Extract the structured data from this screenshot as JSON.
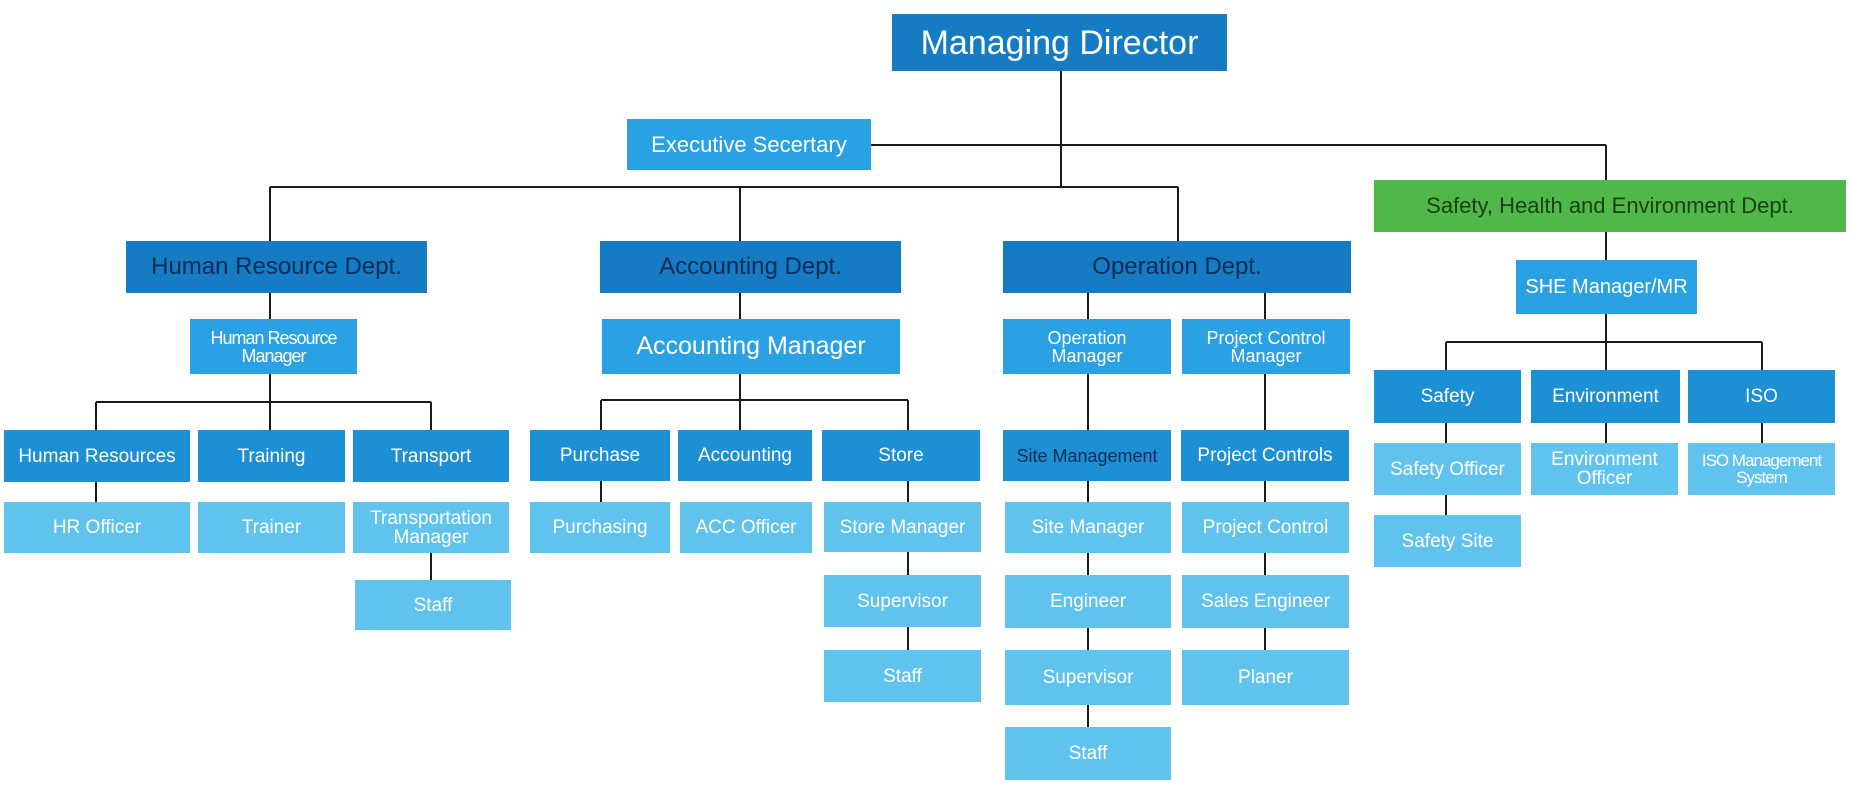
{
  "org": {
    "managing_director": "Managing Director",
    "executive_secretary": "Executive Secertary",
    "she_dept": "Safety, Health and Environment Dept.",
    "she_manager": "SHE Manager/MR",
    "safety": "Safety",
    "environment": "Environment",
    "iso": "ISO",
    "safety_officer": "Safety Officer",
    "environment_officer": "Environment\nOfficer",
    "iso_management_system": "ISO Management\nSystem",
    "safety_site": "Safety Site",
    "hr_dept": "Human Resource Dept.",
    "hr_manager": "Human Resource\nManager",
    "human_resources": "Human Resources",
    "training": "Training",
    "transport": "Transport",
    "hr_officer": "HR Officer",
    "trainer": "Trainer",
    "transportation_manager": "Transportation\nManager",
    "transport_staff": "Staff",
    "acc_dept": "Accounting Dept.",
    "acc_manager": "Accounting Manager",
    "purchase": "Purchase",
    "accounting": "Accounting",
    "store": "Store",
    "purchasing": "Purchasing",
    "acc_officer": "ACC Officer",
    "store_manager": "Store Manager",
    "store_supervisor": "Supervisor",
    "store_staff": "Staff",
    "op_dept": "Operation Dept.",
    "op_manager": "Operation\nManager",
    "pc_manager": "Project Control\nManager",
    "site_management": "Site Management",
    "project_controls": "Project Controls",
    "site_manager": "Site Manager",
    "engineer": "Engineer",
    "op_supervisor": "Supervisor",
    "op_staff": "Staff",
    "project_control": "Project Control",
    "sales_engineer": "Sales Engineer",
    "planer": "Planer"
  }
}
